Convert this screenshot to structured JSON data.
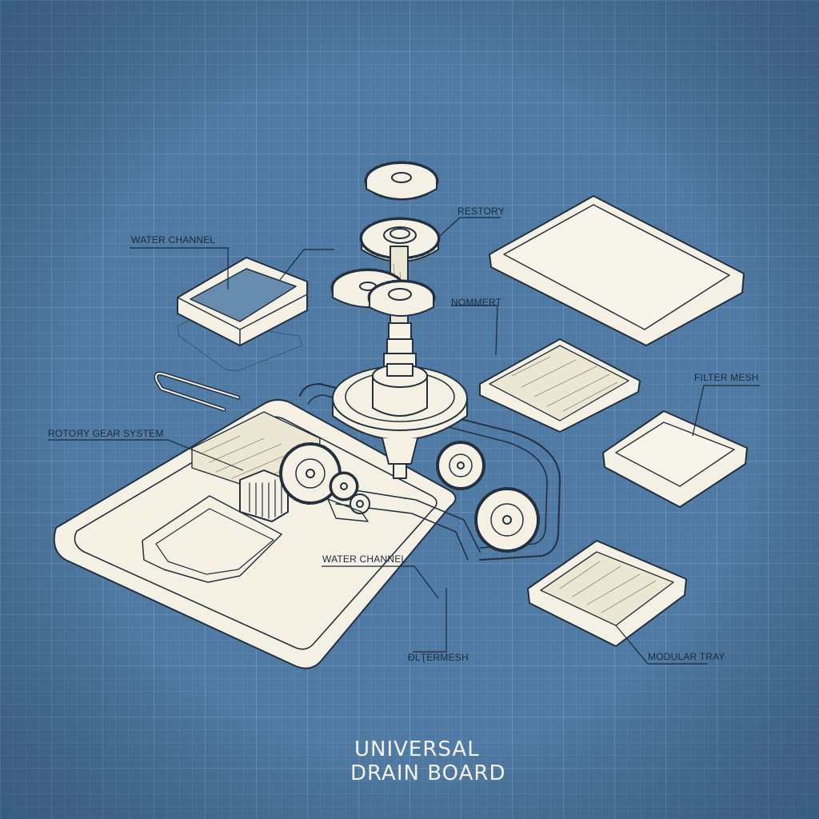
{
  "diagram": {
    "title_line1": "UNIVERSAL",
    "title_line2": "DRAIN BOARD",
    "callouts": {
      "water_channel_top": "WATER CHANNEL",
      "restory": "RESTORY",
      "nommert": "NOMMERT",
      "filter_mesh": "FILTER MESH",
      "rotory_gear_system": "ROTOЯY GEAR SYSTEM",
      "water_channel_bottom": "WATER CHANNEL",
      "filter_mesh_bottom": "ƉLƮERMESH",
      "modular_tray": "MODULAR TRAY"
    },
    "colors": {
      "background": "#4f7aa3",
      "grid": "#6d93b7",
      "part_fill": "#f4f1e4",
      "line": "#23313f",
      "title": "#f3f1e6"
    }
  }
}
